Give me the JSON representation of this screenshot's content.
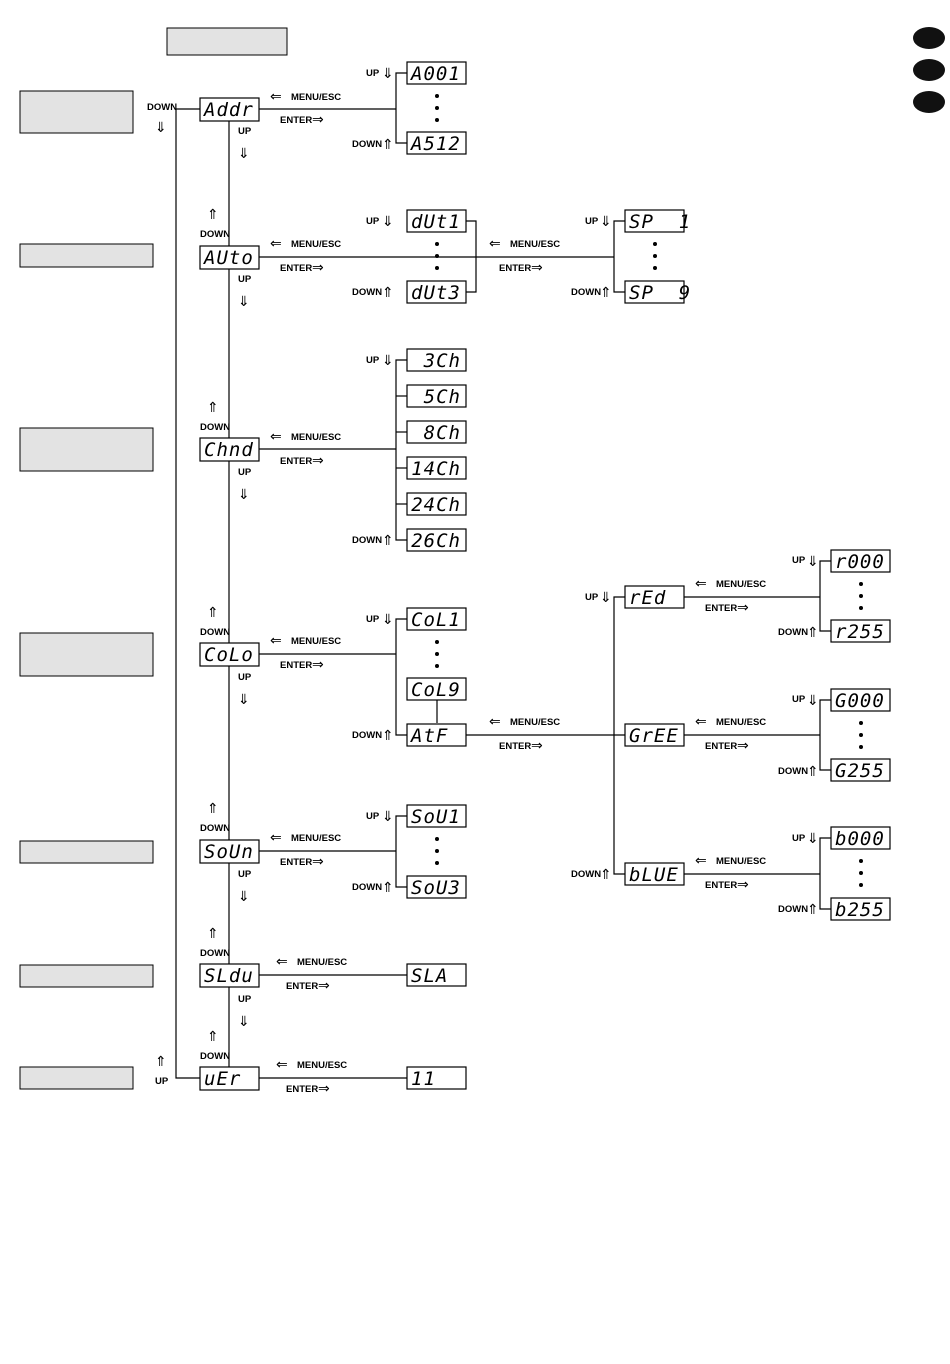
{
  "labels": {
    "up": "UP",
    "down": "DOWN",
    "menu_esc": "MENU/ESC",
    "enter": "ENTER"
  },
  "arrows": {
    "left": "⇐",
    "right": "⇒",
    "up": "⇑",
    "down": "⇓"
  },
  "main_menu": [
    "Addr",
    "AUto",
    "Chnd",
    "CoLo",
    "SoUn",
    "SLdu",
    "uEr"
  ],
  "displays": {
    "addr": [
      "A001",
      "A512"
    ],
    "auto": [
      "dUt1",
      "dUt3"
    ],
    "auto_speed": [
      "SP  1",
      "SP  9"
    ],
    "chnd": [
      "3Ch",
      "5Ch",
      "8Ch",
      "14Ch",
      "24Ch",
      "26Ch"
    ],
    "colo": [
      "CoL1",
      "CoL9",
      "AtF"
    ],
    "atf_sub": [
      "rEd",
      "GrEE",
      "bLUE"
    ],
    "red": [
      "r000",
      "r255"
    ],
    "green": [
      "G000",
      "G255"
    ],
    "blue": [
      "b000",
      "b255"
    ],
    "soun": [
      "SoU1",
      "SoU3"
    ],
    "sldu": [
      "SLA"
    ],
    "ver": [
      "11"
    ]
  },
  "colors": {
    "text_box_fill": "#e3e3e3",
    "lang_dot": "#111111",
    "line": "#000000"
  }
}
